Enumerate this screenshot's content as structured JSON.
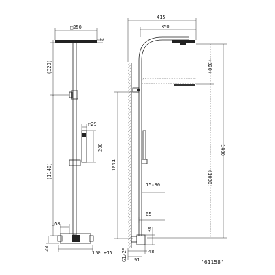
{
  "product_code": "'61158'",
  "left_view": {
    "head_diameter": "□250",
    "head_thickness": "2",
    "head_height": "(320)",
    "hand_shower_width": "□29",
    "hand_shower_length": "200",
    "total_height": "(1140)",
    "mixer_size": "□58",
    "mixer_height": "38",
    "mixer_distance": "150 ±15"
  },
  "right_view": {
    "total_width": "415",
    "arm_length": "350",
    "head_height": "(320)",
    "column_height": "1400",
    "inlet_height": "1034",
    "rail_height": "(1080)",
    "bracket_size": "15x30",
    "offset": "65",
    "mixer_height": "38",
    "inlet_thread": "G1/2\"",
    "depth_91": "91",
    "depth_48": "48"
  }
}
